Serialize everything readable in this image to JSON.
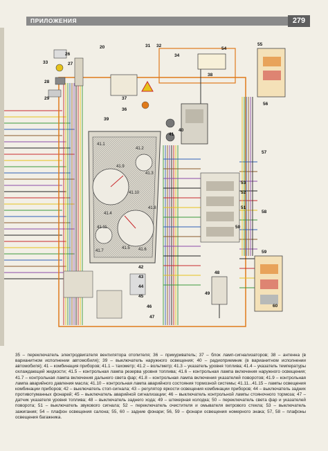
{
  "header": {
    "section_title": "ПРИЛОЖЕНИЯ",
    "page_number": "279"
  },
  "diagram": {
    "component_labels": [
      "20",
      "31",
      "32",
      "34",
      "54",
      "55",
      "26",
      "27",
      "33",
      "28",
      "29",
      "36",
      "37",
      "39",
      "38",
      "40",
      "41",
      "42",
      "43",
      "44",
      "45",
      "46",
      "47",
      "48",
      "49",
      "50",
      "51",
      "52",
      "53",
      "56",
      "57",
      "58",
      "59",
      "60"
    ],
    "gauge_labels": [
      "41.1",
      "41.2",
      "41.3",
      "41.4",
      "41.5",
      "41.6",
      "41.7",
      "41.8",
      "41.9",
      "41.10",
      "41.11"
    ]
  },
  "caption": {
    "text": "35 – переключатель электродвигателя вентилятора отопителя; 36 – прикуриватель; 37 – блок ламп-сигнализаторов; 38 – антенна (в варианитном исполнении автомобиля); 39 – выключатель наружного освещения; 40 – радиоприемник (в варианитном исполнении автомобиля); 41 – комбинация приборов; 41.1 – тахометр; 41.2 – вольтметр; 41.3 – указатель уровня топлива; 41.4 – указатель температуры охлаждающей жидкости; 41.5 – контрольная лампа резерва уровня топлива; 41.6 – контрольная лампа включения наружного освещения; 41.7 – контрольная лампа включения дальнего света фар; 41.8 – контрольная лампа включения указателей поворотов; 41.9 – контрольная лампа аварийного давления масла; 41.10 – контрольная лампа аварийного состояния тормозной системы; 41.11...41.15 – лампы освещения комбинации приборов; 42 – выключатель стоп-сигнала; 43 – регулятор яркости освещения комбинации приборов; 44 – выключатель задних противотуманных фонарей; 45 – выключатель аварийной сигнализации; 46 – выключатель контрольной лампы стояночного тормоза; 47 – датчик указателя уровня топлива; 48 – выключатель заднего хода; 49 – штекерная колодка; 50 – переключатель света фар и указателей поворота; 51 – выключатель звукового сигнала; 52 – переключатель очистителя и омывателя ветрового стекла; 53 – выключатель зажигания; 54 – плафон освещения салона; 55, 60 – задние фонари; 56, 59 – фонари освещения номерного знака; 57, 58 – плафоны освещения багажника."
  },
  "colors": {
    "header_bg": "#8a8a8a",
    "page_num_bg": "#5e5e5e",
    "frame_orange": "#e07a1a",
    "wire_red": "#c8282c",
    "wire_yellow": "#e6c21a",
    "wire_green": "#3a9a3a",
    "wire_blue": "#2f5fb8",
    "wire_brown": "#8a5a2a",
    "wire_violet": "#8a4aa8",
    "wire_black": "#222222"
  }
}
